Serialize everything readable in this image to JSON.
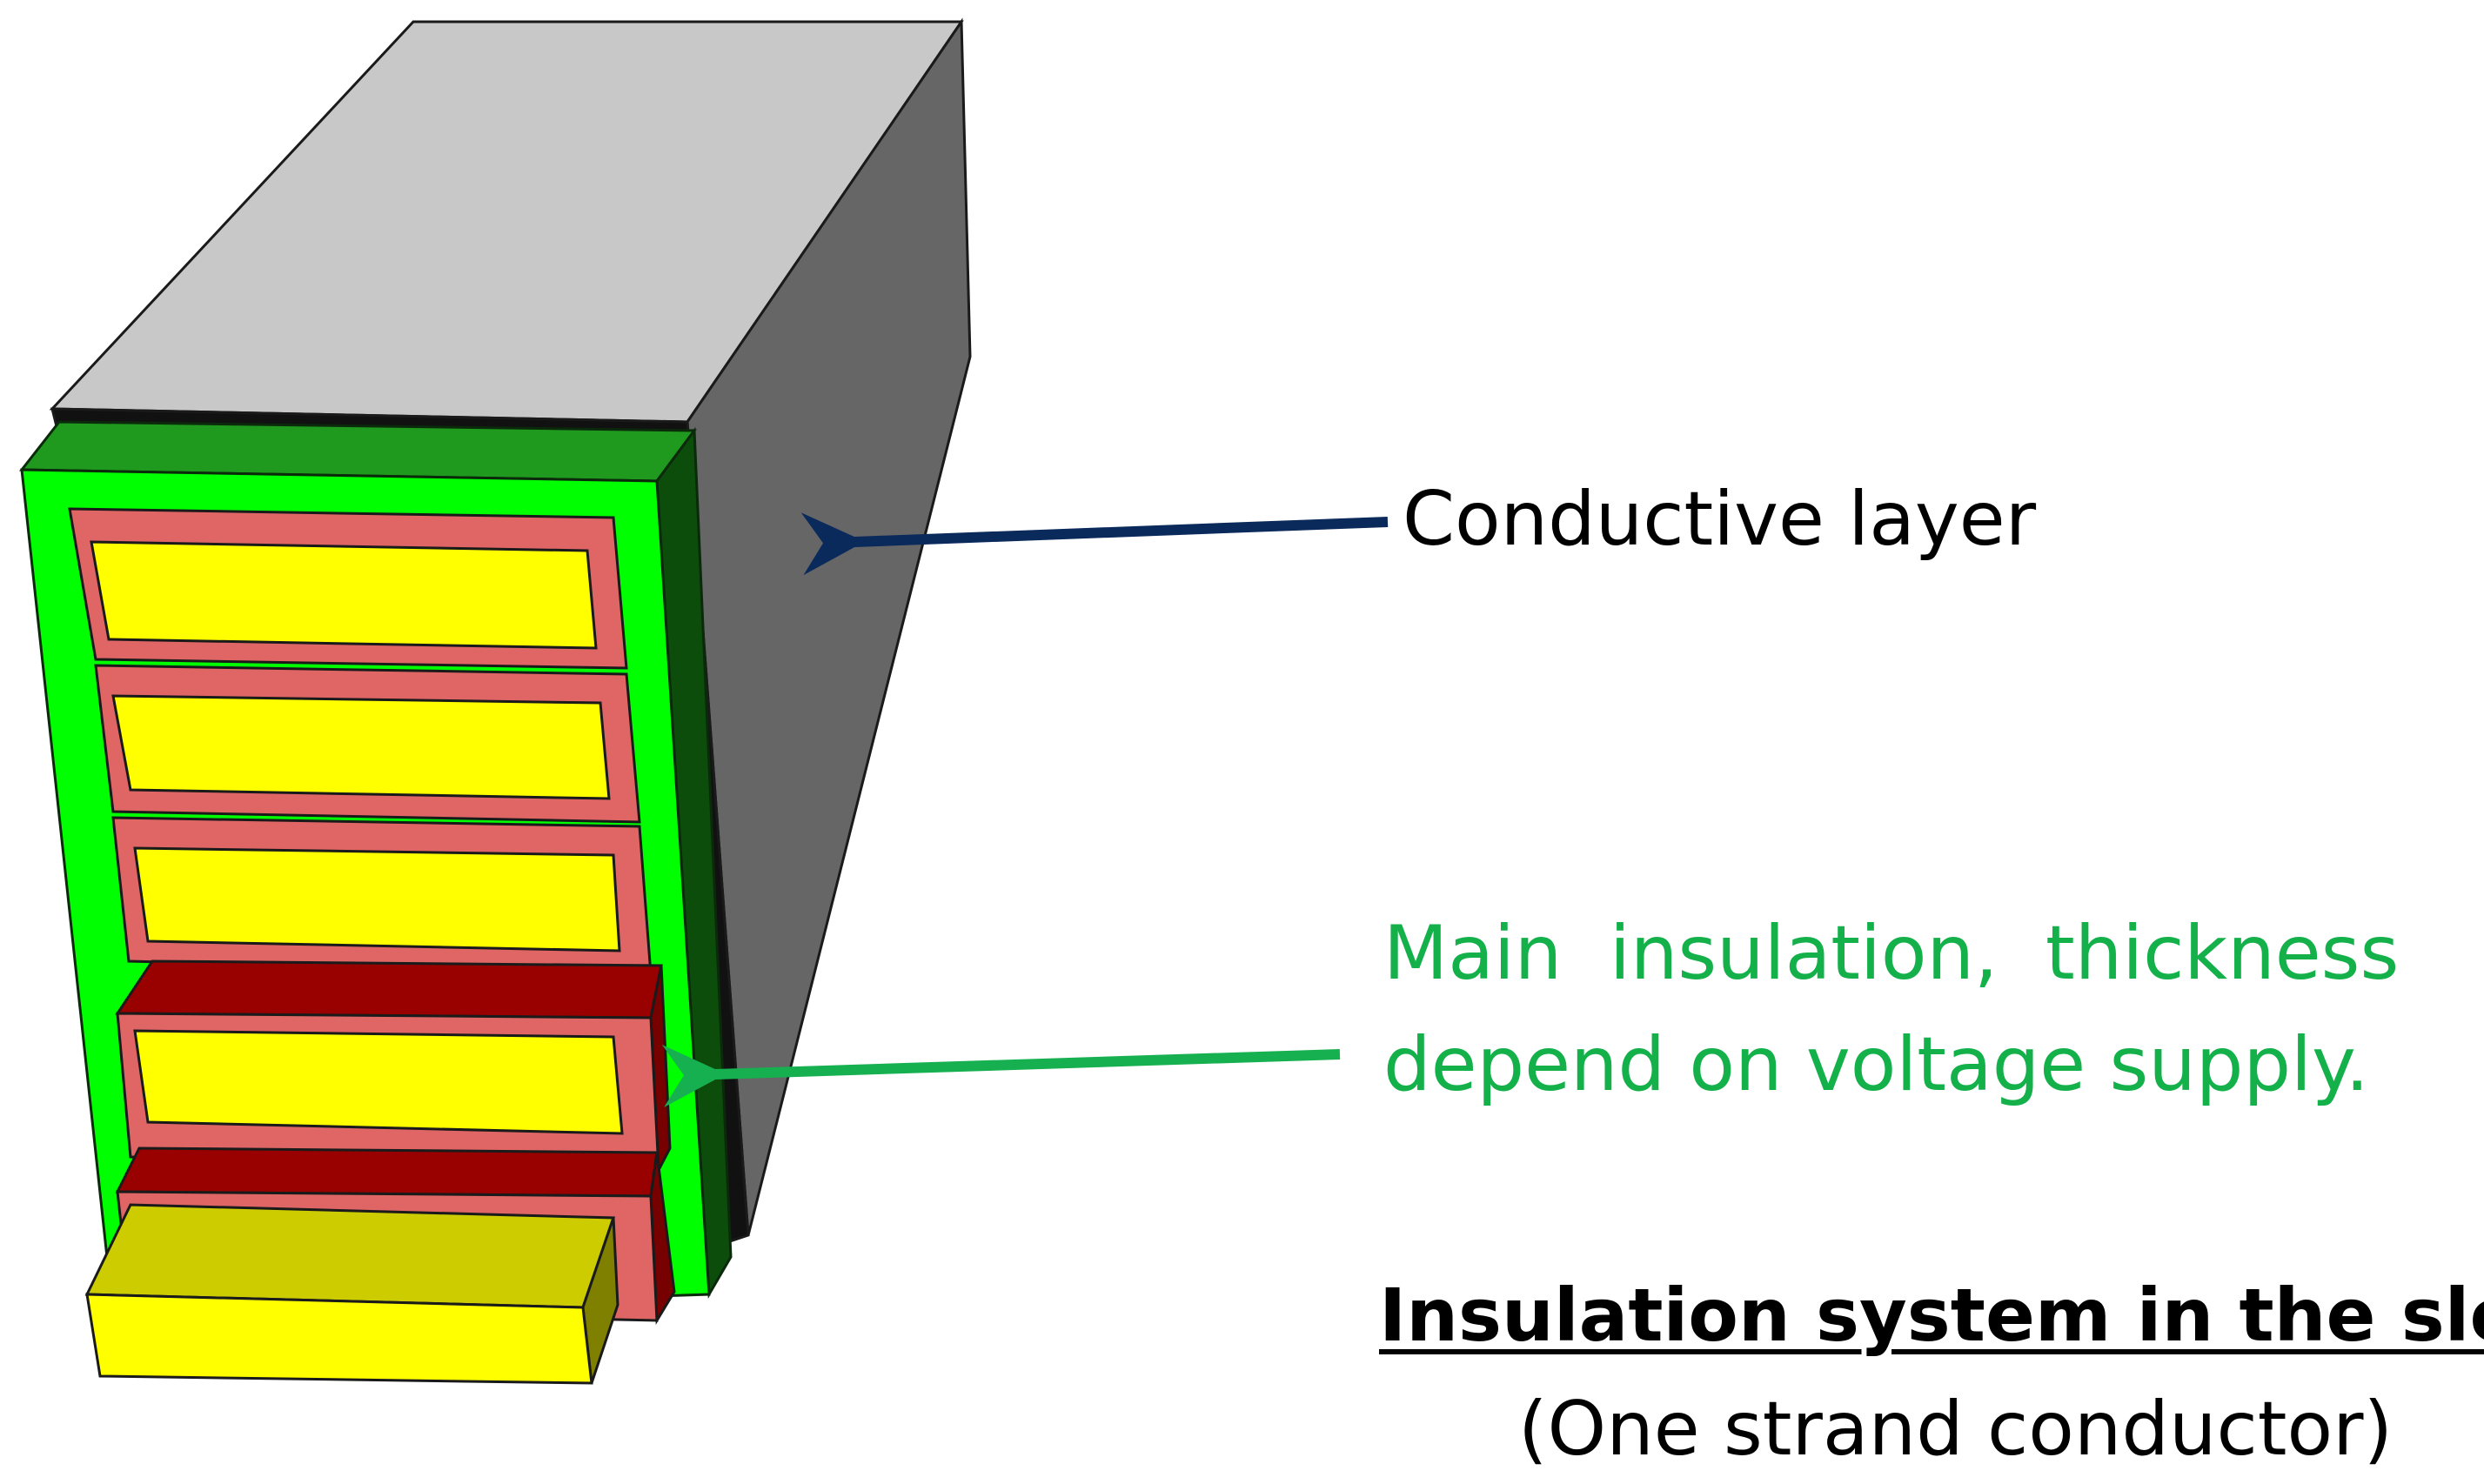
{
  "labels": {
    "conductive_layer": "Conductive layer",
    "main_insulation_line1": "Main  insulation,  thickness",
    "main_insulation_line2": "depend on voltage supply.",
    "title": "Insulation system in the slot",
    "subtitle": "(One strand conductor)"
  },
  "colors": {
    "conductive_top": "#c8c8c8",
    "conductive_side": "#666666",
    "main_insulation": "#00ff00",
    "main_insulation_dark": "#1f9a1f",
    "strand_insulation": "#e06666",
    "strand_insulation_dark": "#990000",
    "conductor": "#ffff00",
    "conductor_top": "#cccc00",
    "arrow_conductive": "#0b2a5c",
    "arrow_main": "#16b050",
    "main_text": "#14b14b"
  },
  "components": [
    "conductive-layer",
    "main-insulation",
    "strand-insulation",
    "strand-conductor"
  ]
}
